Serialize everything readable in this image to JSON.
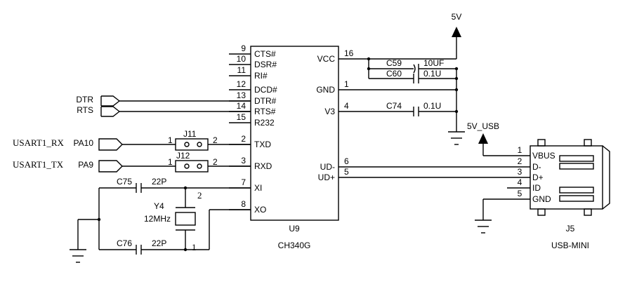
{
  "ic": {
    "ref": "U9",
    "part": "CH340G",
    "left_pins": [
      {
        "num": "9",
        "name": "CTS#"
      },
      {
        "num": "10",
        "name": "DSR#"
      },
      {
        "num": "11",
        "name": "RI#"
      },
      {
        "num": "12",
        "name": "DCD#"
      },
      {
        "num": "13",
        "name": "DTR#"
      },
      {
        "num": "14",
        "name": "RTS#"
      },
      {
        "num": "15",
        "name": "R232"
      },
      {
        "num": "2",
        "name": "TXD"
      },
      {
        "num": "3",
        "name": "RXD"
      },
      {
        "num": "7",
        "name": "XI"
      },
      {
        "num": "8",
        "name": "XO"
      }
    ],
    "right_pins": [
      {
        "num": "16",
        "name": "VCC"
      },
      {
        "num": "1",
        "name": "GND"
      },
      {
        "num": "4",
        "name": "V3"
      },
      {
        "num": "6",
        "name": "UD-"
      },
      {
        "num": "5",
        "name": "UD+"
      }
    ]
  },
  "usb": {
    "ref": "J5",
    "part": "USB-MINI",
    "pins": [
      {
        "num": "1",
        "name": "VBUS"
      },
      {
        "num": "2",
        "name": "D-"
      },
      {
        "num": "3",
        "name": "D+"
      },
      {
        "num": "4",
        "name": "ID"
      },
      {
        "num": "5",
        "name": "GND"
      }
    ]
  },
  "power": {
    "vcc": "5V",
    "usb": "5V_USB"
  },
  "capacitors": {
    "c59": {
      "ref": "C59",
      "value": "10UF"
    },
    "c60": {
      "ref": "C60",
      "value": "0.1U"
    },
    "c74": {
      "ref": "C74",
      "value": "0.1U"
    },
    "c75": {
      "ref": "C75",
      "value": "22P"
    },
    "c76": {
      "ref": "C76",
      "value": "22P"
    }
  },
  "crystal": {
    "ref": "Y4",
    "value": "12MHz",
    "pin_a": "2",
    "pin_b": "1"
  },
  "jumpers": {
    "j11": {
      "ref": "J11",
      "pin_a": "1",
      "pin_b": "2"
    },
    "j12": {
      "ref": "J12",
      "pin_a": "1",
      "pin_b": "2"
    }
  },
  "nets": {
    "dtr": "DTR",
    "rts": "RTS",
    "pa10": "PA10",
    "pa9": "PA9",
    "usart_rx": "USART1_RX",
    "usart_tx": "USART1_TX"
  }
}
